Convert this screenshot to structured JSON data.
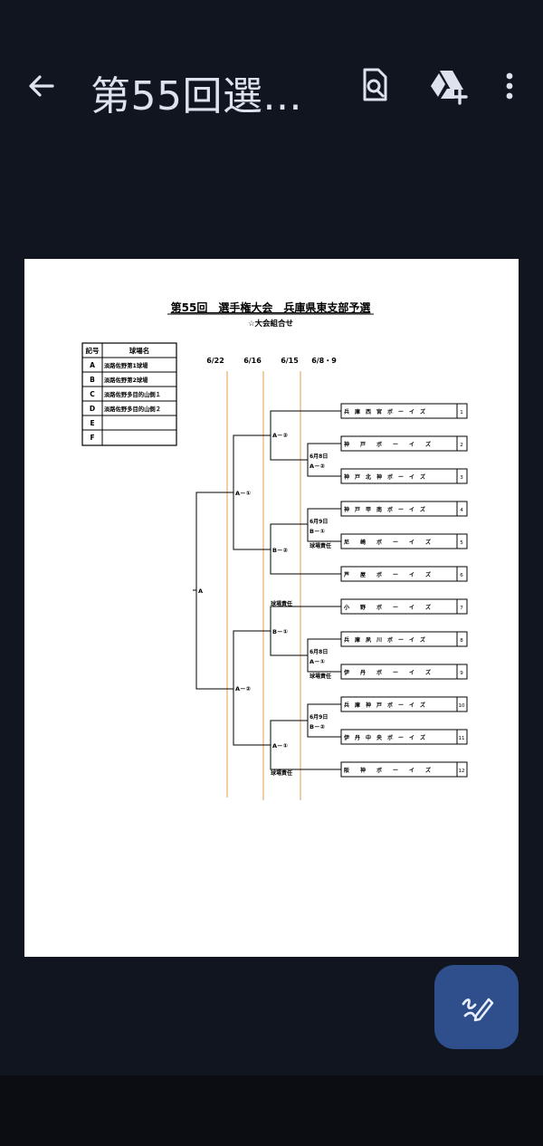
{
  "appbar": {
    "title": "第55回選..."
  },
  "doc": {
    "title": "第55回　選手権大会　兵庫県東支部予選",
    "subtitle": "☆大会組合せ",
    "venue_table": {
      "headers": [
        "記号",
        "球場名"
      ],
      "rows": [
        [
          "A",
          "淡路佐野第1球場"
        ],
        [
          "B",
          "淡路佐野第2球場"
        ],
        [
          "C",
          "淡路佐野多目的山側１"
        ],
        [
          "D",
          "淡路佐野多目的山側２"
        ],
        [
          "E",
          ""
        ],
        [
          "F",
          ""
        ]
      ]
    },
    "round_dates": [
      "6/22",
      "6/16",
      "6/15",
      "6/8・9"
    ],
    "teams": [
      {
        "name": "兵　庫　西　宮　ボ　ー　イ　ズ",
        "no": "1"
      },
      {
        "name": "神　　戸　　ボ　　ー　　イ　　ズ",
        "no": "2"
      },
      {
        "name": "神　戸　北　神　ボ　ー　イ　ズ",
        "no": "3"
      },
      {
        "name": "神　戸　甲　南　ボ　ー　イ　ズ",
        "no": "4"
      },
      {
        "name": "尼　　崎　　ボ　　ー　　イ　　ズ",
        "no": "5"
      },
      {
        "name": "芦　　屋　　ボ　　ー　　イ　　ズ",
        "no": "6"
      },
      {
        "name": "小　　野　　ボ　　ー　　イ　　ズ",
        "no": "7"
      },
      {
        "name": "兵　庫　夙　川　ボ　ー　イ　ズ",
        "no": "8"
      },
      {
        "name": "伊　　丹　　ボ　　ー　　イ　　ズ",
        "no": "9"
      },
      {
        "name": "兵　庫　神　戸　ボ　ー　イ　ズ",
        "no": "10"
      },
      {
        "name": "伊　丹　中　央　ボ　ー　イ　ズ",
        "no": "11"
      },
      {
        "name": "阪　　神　　ボ　　ー　　イ　　ズ",
        "no": "12"
      }
    ],
    "labels": {
      "r1_m1_date": "6月8日",
      "r1_m1_venue": "A－②",
      "r1_m2_date": "6月9日",
      "r1_m2_venue": "B－①",
      "r1_m2_note": "球場責任",
      "r1_m3_date": "6月8日",
      "r1_m3_venue": "A－①",
      "r1_m3_note": "球場責任",
      "r1_m4_date": "6月9日",
      "r1_m4_venue": "B－②",
      "qf1": "A－②",
      "qf2": "B－②",
      "qf3": "B－①",
      "qf4": "A－①",
      "qf3_note": "球場責任",
      "qf4_note": "球場責任",
      "sf1": "A－①",
      "sf2": "A－②",
      "final": "A"
    }
  }
}
